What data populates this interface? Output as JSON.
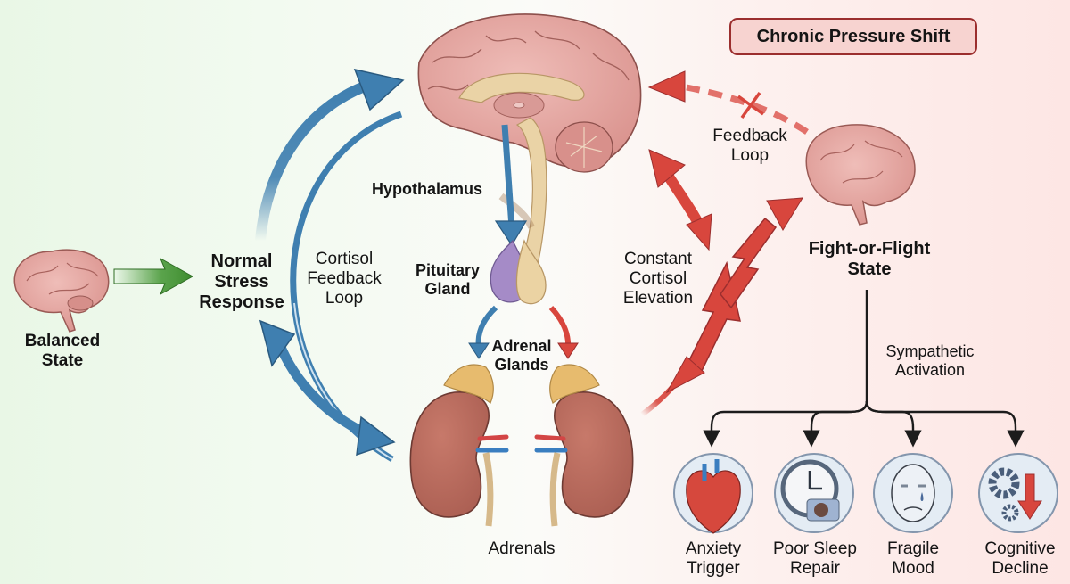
{
  "title_badge": "Chronic Pressure Shift",
  "colors": {
    "normal_arrow": "#3f7fb0",
    "chronic_arrow": "#d8463d",
    "initiating_arrow": "#4a9a3a",
    "brain_pink": "#e4a6a2",
    "kidney": "#b86a5c",
    "adrenal_cap": "#e7bb6e",
    "pituitary": "#a58bc7",
    "badge_fill": "#f7d3d0",
    "badge_border": "#9b2e2e"
  },
  "left": {
    "balanced_state": [
      "Balanced",
      "State"
    ],
    "normal_stress_response": [
      "Normal",
      "Stress",
      "Response"
    ],
    "cortisol_feedback_loop": [
      "Cortisol",
      "Feedback",
      "Loop"
    ]
  },
  "center": {
    "hypothalamus": "Hypothalamus",
    "pituitary_gland": [
      "Pituitary",
      "Gland"
    ],
    "adrenal_glands": [
      "Adrenal",
      "Glands"
    ],
    "adrenals": "Adrenals"
  },
  "right": {
    "feedback_loop": [
      "Feedback",
      "Loop"
    ],
    "constant_cortisol": [
      "Constant",
      "Cortisol",
      "Elevation"
    ],
    "fight_or_flight": [
      "Fight-or-Flight",
      "State"
    ],
    "sympathetic_activation": [
      "Sympathetic",
      "Activation"
    ]
  },
  "outcomes": [
    {
      "icon": "heart-icon",
      "label": [
        "Anxiety",
        "Trigger"
      ]
    },
    {
      "icon": "clock-sleep-icon",
      "label": [
        "Poor Sleep",
        "Repair"
      ]
    },
    {
      "icon": "sad-face-icon",
      "label": [
        "Fragile",
        "Mood"
      ]
    },
    {
      "icon": "gears-down-icon",
      "label": [
        "Cognitive",
        "Decline"
      ]
    }
  ]
}
